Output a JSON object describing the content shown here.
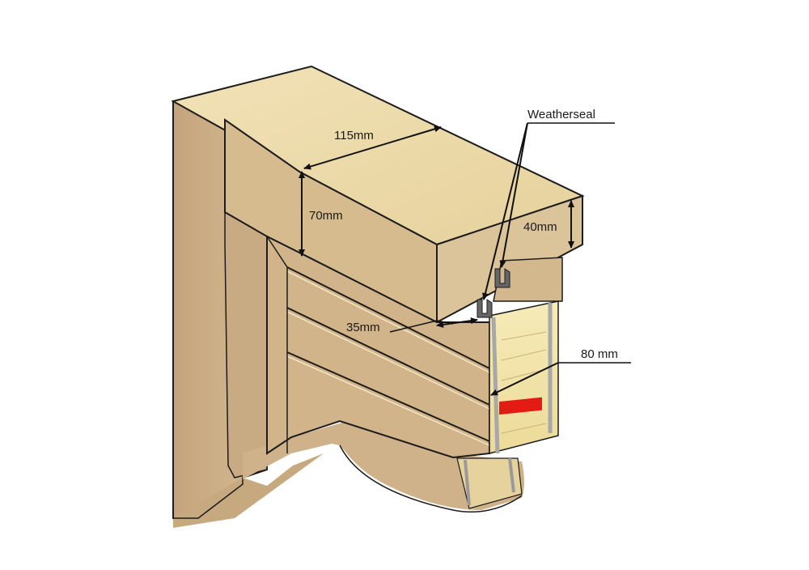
{
  "labels": {
    "weatherseal": "Weatherseal",
    "width_top": "115mm",
    "height_front": "70mm",
    "height_side": "40mm",
    "depth_step": "35mm",
    "panel_depth": "80 mm"
  },
  "colors": {
    "wood_top": "#eddcab",
    "wood_front": "#d2b68c",
    "wood_side": "#c8aa82",
    "panel_fill": "#f4e6a6",
    "red_strip": "#e31b14",
    "outline": "#1c1c1c",
    "background": "#ffffff"
  }
}
